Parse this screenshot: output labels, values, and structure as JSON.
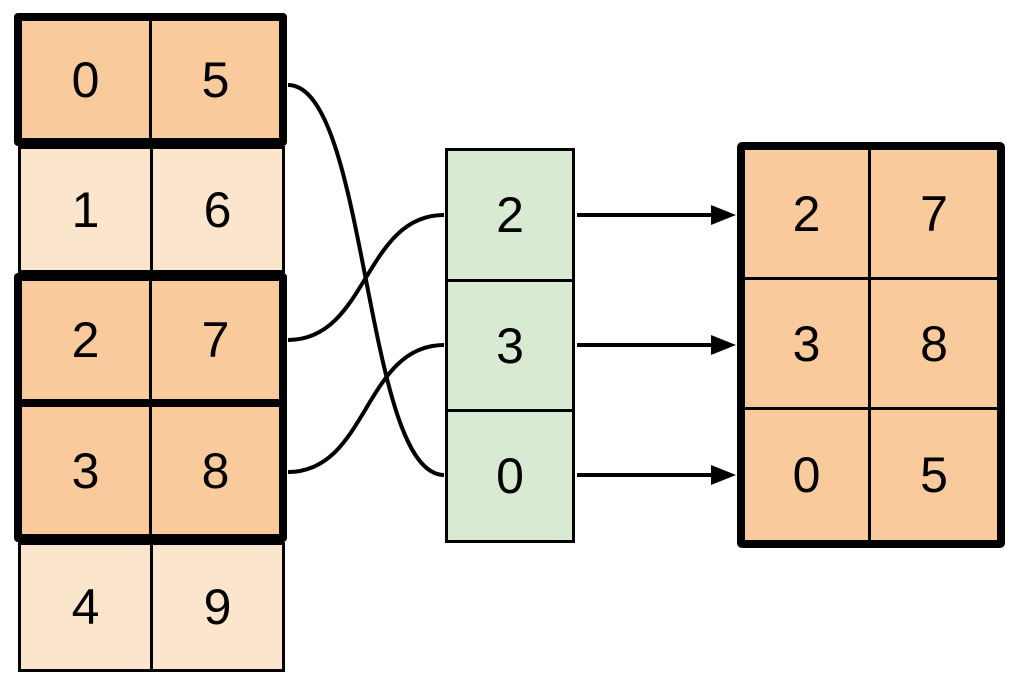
{
  "diagram": {
    "description": "Row gather / fancy indexing: index column selects rows 2, 3, 0 from source table to build result table",
    "colors": {
      "highlight_fill": "#f9cb9c",
      "muted_fill": "#fce5cd",
      "index_fill": "#d9ead3",
      "stroke": "#000000",
      "background": "#ffffff"
    },
    "source_table": {
      "rows": [
        {
          "highlighted": true,
          "cells": [
            "0",
            "5"
          ]
        },
        {
          "highlighted": false,
          "cells": [
            "1",
            "6"
          ]
        },
        {
          "highlighted": true,
          "cells": [
            "2",
            "7"
          ]
        },
        {
          "highlighted": true,
          "cells": [
            "3",
            "8"
          ]
        },
        {
          "highlighted": false,
          "cells": [
            "4",
            "9"
          ]
        }
      ]
    },
    "index_table": {
      "cells": [
        "2",
        "3",
        "0"
      ]
    },
    "result_table": {
      "rows": [
        [
          "2",
          "7"
        ],
        [
          "3",
          "8"
        ],
        [
          "0",
          "5"
        ]
      ]
    },
    "connections": {
      "source_to_index": [
        {
          "from_source_row": 0,
          "to_index_cell": 2
        },
        {
          "from_source_row": 2,
          "to_index_cell": 0
        },
        {
          "from_source_row": 3,
          "to_index_cell": 1
        }
      ],
      "index_to_result": [
        {
          "from_index_cell": 0,
          "to_result_row": 0
        },
        {
          "from_index_cell": 1,
          "to_result_row": 1
        },
        {
          "from_index_cell": 2,
          "to_result_row": 2
        }
      ]
    }
  }
}
